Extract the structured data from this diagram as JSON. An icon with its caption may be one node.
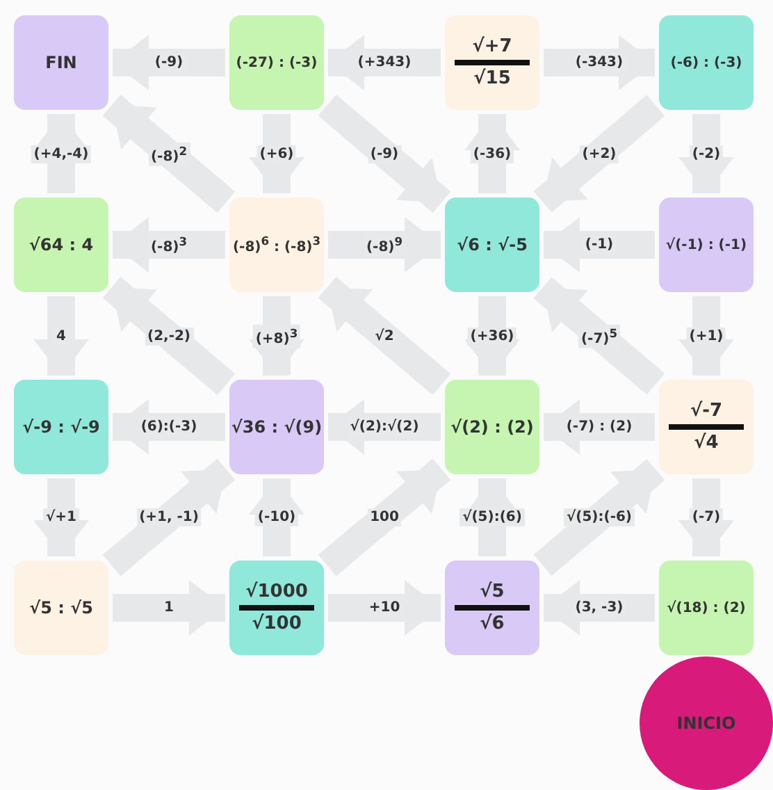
{
  "diagram": {
    "nodes": [
      {
        "text": [
          "FIN"
        ]
      },
      {
        "text": [
          "(-27) : (-3)"
        ]
      },
      {
        "text": [
          "√+7",
          "√15"
        ]
      },
      {
        "text": [
          "(-6) : (-3)"
        ]
      },
      {
        "text": [
          "√64 : 4"
        ]
      },
      {
        "text": [
          "(-8)$^{6}$ : (-8)$^{3}$"
        ]
      },
      {
        "text": [
          "√6 : √-5"
        ]
      },
      {
        "text": [
          "√(-1) : (-1)"
        ]
      },
      {
        "text": [
          "√-9 : √-9"
        ]
      },
      {
        "text": [
          "√36 : √(9)"
        ]
      },
      {
        "text": [
          "√(2) : (2)"
        ]
      },
      {
        "text": [
          "√-7",
          "√4"
        ]
      },
      {
        "text": [
          "√5 : √5"
        ]
      },
      {
        "text": [
          "√1000",
          "√100"
        ]
      },
      {
        "text": [
          "√5",
          "√6"
        ]
      },
      {
        "text": [
          "√(18) : (2)"
        ]
      },
      {
        "text": [
          "INICIO"
        ]
      }
    ],
    "edges": [
      {
        "from": 1,
        "to": 0,
        "arrow": "to",
        "label": "(-9)"
      },
      {
        "from": 2,
        "to": 1,
        "arrow": "to",
        "label": "(+343)"
      },
      {
        "from": 2,
        "to": 3,
        "arrow": "to",
        "label": "(-343)"
      },
      {
        "from": 3,
        "to": 7,
        "arrow": "to",
        "label": "(-2)"
      },
      {
        "from": 3,
        "to": 6,
        "arrow": "to",
        "label": "(+2)"
      },
      {
        "from": 1,
        "to": 5,
        "arrow": "to",
        "label": "(+6)"
      },
      {
        "from": 1,
        "to": 6,
        "arrow": "to",
        "label": "(-9)"
      },
      {
        "from": 6,
        "to": 2,
        "arrow": "to",
        "label": "(-36)"
      },
      {
        "from": 7,
        "to": 6,
        "arrow": "to",
        "label": "(-1)"
      },
      {
        "from": 5,
        "to": 4,
        "arrow": "to",
        "label": "(-8)$^{3}$"
      },
      {
        "from": 5,
        "to": 0,
        "arrow": "to",
        "label": "(-8)$^{2}$"
      },
      {
        "from": 5,
        "to": 6,
        "arrow": "to",
        "label": "(-8)$^{9}$"
      },
      {
        "from": 4,
        "to": 0,
        "arrow": "to",
        "label": "(+4,-4)"
      },
      {
        "from": 4,
        "to": 8,
        "arrow": "to",
        "label": "4"
      },
      {
        "from": 9,
        "to": 4,
        "arrow": "to",
        "label": "(2,-2)"
      },
      {
        "from": 5,
        "to": 9,
        "arrow": "to",
        "label": "(+8)$^{3}$"
      },
      {
        "from": 9,
        "to": 8,
        "arrow": "to",
        "label": "(6):(-3)"
      },
      {
        "from": 10,
        "to": 9,
        "arrow": "to",
        "label": "√(2):√(2)"
      },
      {
        "from": 10,
        "to": 5,
        "arrow": "to",
        "label": "√2"
      },
      {
        "from": 6,
        "to": 10,
        "arrow": "to",
        "label": "(+36)"
      },
      {
        "from": 11,
        "to": 6,
        "arrow": "to",
        "label": "(-7)$^{5}$"
      },
      {
        "from": 7,
        "to": 11,
        "arrow": "to",
        "label": "(+1)"
      },
      {
        "from": 11,
        "to": 10,
        "arrow": "to",
        "label": "(-7) : (2)"
      },
      {
        "from": 11,
        "to": 15,
        "arrow": "to",
        "label": "(-7)"
      },
      {
        "from": 8,
        "to": 12,
        "arrow": "to",
        "label": "√+1"
      },
      {
        "from": 12,
        "to": 9,
        "arrow": "to",
        "label": "(+1, -1)"
      },
      {
        "from": 12,
        "to": 13,
        "arrow": "to",
        "label": "1"
      },
      {
        "from": 13,
        "to": 9,
        "arrow": "to",
        "label": "(-10)"
      },
      {
        "from": 13,
        "to": 10,
        "arrow": "to",
        "label": "100"
      },
      {
        "from": 13,
        "to": 14,
        "arrow": "to",
        "label": "+10"
      },
      {
        "from": 14,
        "to": 10,
        "arrow": "to",
        "label": "√(5):(6)"
      },
      {
        "from": 14,
        "to": 11,
        "arrow": "to",
        "label": "√(5):(-6)"
      },
      {
        "from": 15,
        "to": 14,
        "arrow": "to",
        "label": "(3, -3)"
      }
    ]
  }
}
